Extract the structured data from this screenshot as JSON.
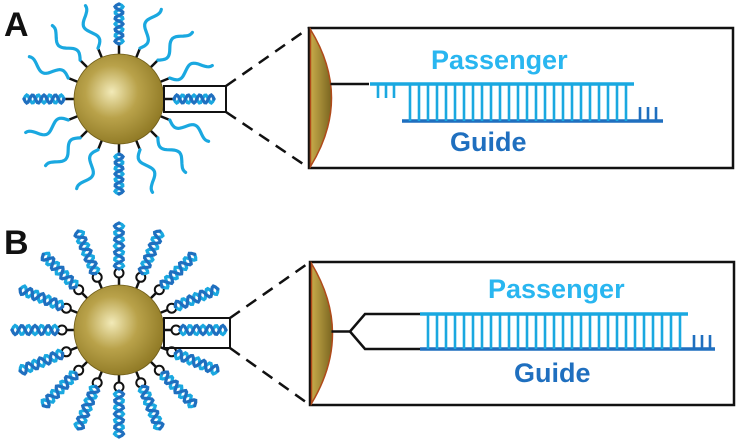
{
  "panels": [
    {
      "letter": "A",
      "passenger_label": "Passenger",
      "guide_label": "Guide",
      "linkage": "single"
    },
    {
      "letter": "B",
      "passenger_label": "Passenger",
      "guide_label": "Guide",
      "linkage": "branched"
    }
  ],
  "colors": {
    "particle_core": "#f2eab8",
    "particle_mid": "#b9a24a",
    "particle_edge": "#8a7420",
    "passenger": "#1aa8e0",
    "guide": "#1f6fbf",
    "passenger_label": "#29b6f0",
    "guide_label": "#1f6fbf",
    "outline": "#111111",
    "surface_edge": "#b04a1a"
  }
}
